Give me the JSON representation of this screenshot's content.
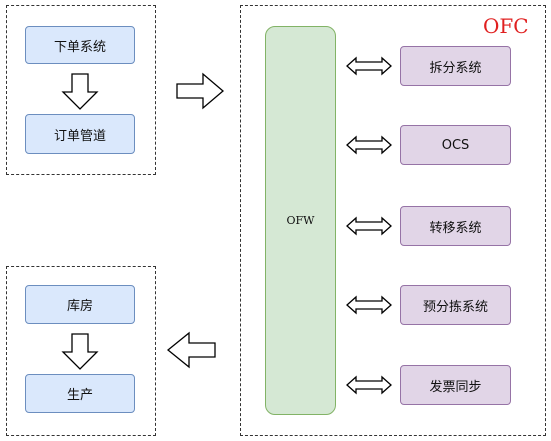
{
  "left_top": {
    "box1": "下单系统",
    "box2": "订单管道"
  },
  "left_bottom": {
    "box1": "库房",
    "box2": "生产"
  },
  "ofc": {
    "title": "OFC",
    "ofw": "OFW",
    "modules": [
      "拆分系统",
      "OCS",
      "转移系统",
      "预分拣系统",
      "发票同步"
    ]
  }
}
